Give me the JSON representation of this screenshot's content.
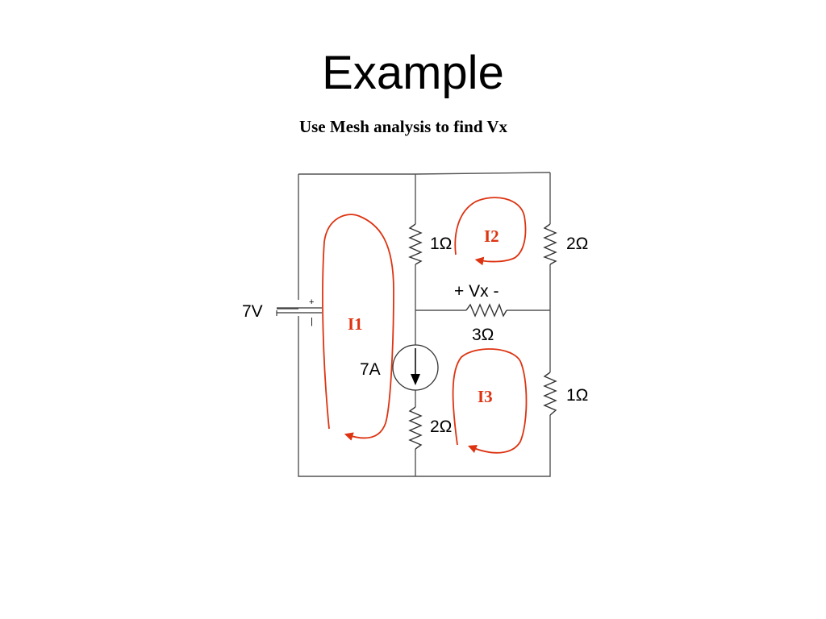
{
  "slide": {
    "title": "Example",
    "subtitle": "Use Mesh analysis to find Vx"
  },
  "circuit": {
    "voltage_source": {
      "label": "7V",
      "plus": "+",
      "minus": "|"
    },
    "current_source": {
      "label": "7A"
    },
    "resistors": {
      "top_middle": "1Ω",
      "top_right": "2Ω",
      "bottom_middle": "2Ω",
      "bottom_right": "1Ω",
      "horizontal": "3Ω"
    },
    "vx_label": "+ Vx -",
    "meshes": {
      "i1": "I1",
      "i2": "I2",
      "i3": "I3"
    },
    "colors": {
      "mesh_loop": "#dd3311",
      "wire": "#555555",
      "text": "#000000"
    }
  }
}
